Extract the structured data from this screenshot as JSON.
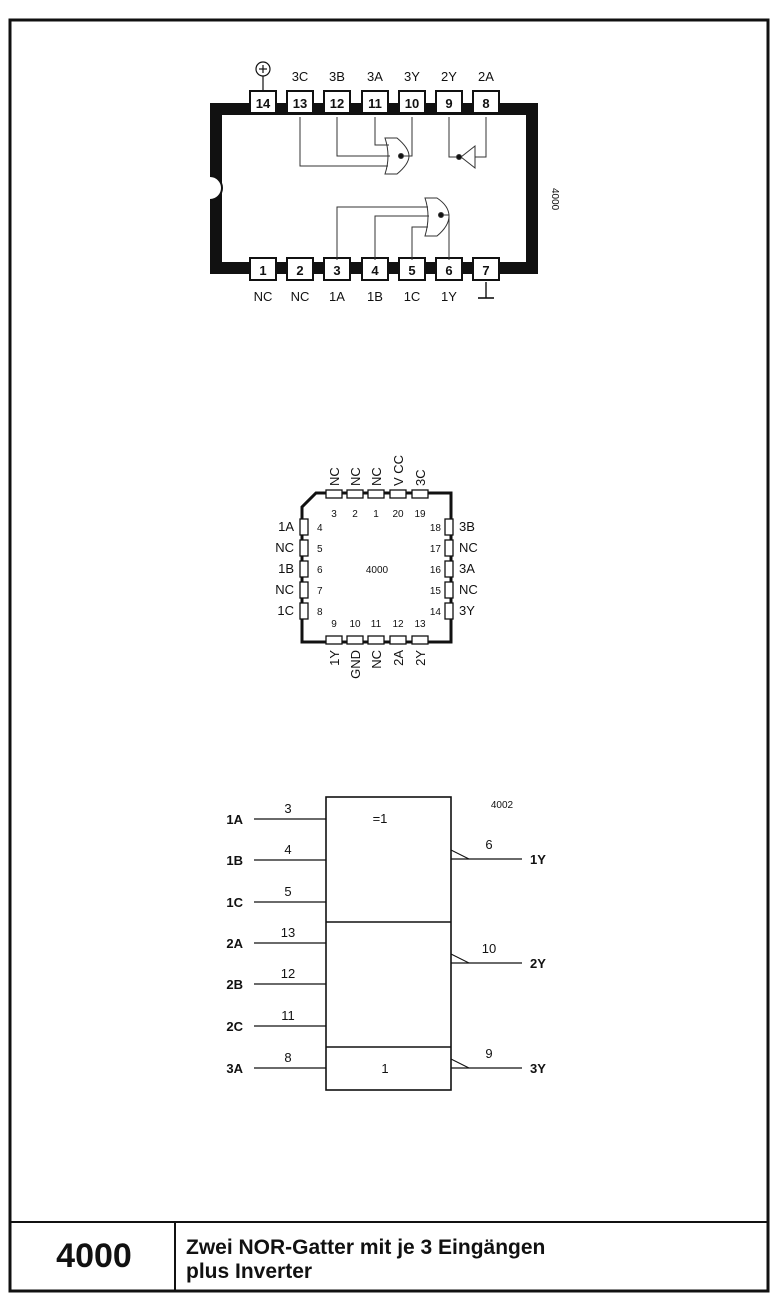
{
  "dip": {
    "top_pins": [
      {
        "num": "14",
        "label": "+"
      },
      {
        "num": "13",
        "label": "3C"
      },
      {
        "num": "12",
        "label": "3B"
      },
      {
        "num": "11",
        "label": "3A"
      },
      {
        "num": "10",
        "label": "3Y"
      },
      {
        "num": "9",
        "label": "2Y"
      },
      {
        "num": "8",
        "label": "2A"
      }
    ],
    "bottom_pins": [
      {
        "num": "1",
        "label": "NC"
      },
      {
        "num": "2",
        "label": "NC"
      },
      {
        "num": "3",
        "label": "1A"
      },
      {
        "num": "4",
        "label": "1B"
      },
      {
        "num": "5",
        "label": "1C"
      },
      {
        "num": "6",
        "label": "1Y"
      },
      {
        "num": "7",
        "label": "⊥"
      }
    ],
    "side_mark": "4000"
  },
  "plcc": {
    "top_labels": [
      "NC",
      "NC",
      "NC",
      "V CC",
      "3C"
    ],
    "top_nums": [
      "3",
      "2",
      "1",
      "20",
      "19"
    ],
    "left_labels": [
      "1A",
      "NC",
      "1B",
      "NC",
      "1C"
    ],
    "left_nums": [
      "4",
      "5",
      "6",
      "7",
      "8"
    ],
    "right_labels": [
      "3B",
      "NC",
      "3A",
      "NC",
      "3Y"
    ],
    "right_nums": [
      "18",
      "17",
      "16",
      "15",
      "14"
    ],
    "bottom_labels": [
      "1Y",
      "GND",
      "NC",
      "2A",
      "2Y"
    ],
    "bottom_nums": [
      "9",
      "10",
      "11",
      "12",
      "13"
    ],
    "center_label": "4000"
  },
  "logic": {
    "ref": "4002",
    "gate_symbol": "=1",
    "inverter_symbol": "1",
    "inputs": [
      {
        "label": "1A",
        "pin": "3"
      },
      {
        "label": "1B",
        "pin": "4"
      },
      {
        "label": "1C",
        "pin": "5"
      },
      {
        "label": "2A",
        "pin": "13"
      },
      {
        "label": "2B",
        "pin": "12"
      },
      {
        "label": "2C",
        "pin": "11"
      },
      {
        "label": "3A",
        "pin": "8"
      }
    ],
    "outputs": [
      {
        "label": "1Y",
        "pin": "6"
      },
      {
        "label": "2Y",
        "pin": "10"
      },
      {
        "label": "3Y",
        "pin": "9"
      }
    ]
  },
  "footer": {
    "number": "4000",
    "title_line1": "Zwei NOR-Gatter mit je 3 Eingängen",
    "title_line2": "plus Inverter"
  }
}
